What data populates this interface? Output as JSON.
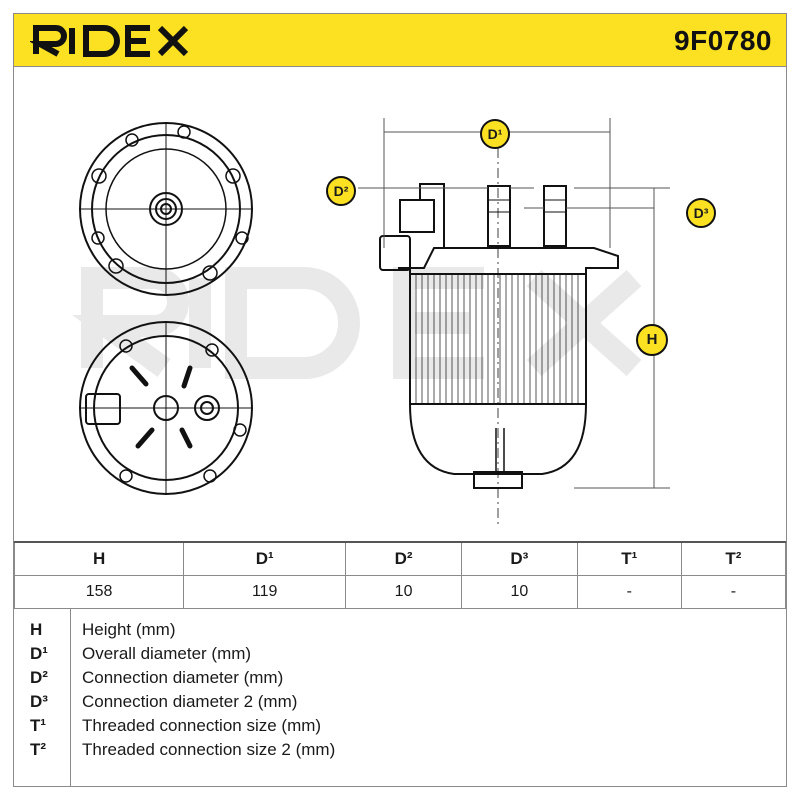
{
  "header": {
    "brand": "RIDEX",
    "part_number": "9F0780",
    "colors": {
      "band": "#fbe122",
      "text": "#111111"
    }
  },
  "drawing": {
    "watermark": "RIDEX",
    "dimension_labels": [
      "D¹",
      "D²",
      "D³",
      "H"
    ]
  },
  "specs": {
    "headers": [
      "H",
      "D¹",
      "D²",
      "D³",
      "T¹",
      "T²"
    ],
    "values": [
      "158",
      "119",
      "10",
      "10",
      "-",
      "-"
    ]
  },
  "legend": [
    {
      "code": "H",
      "desc": "Height (mm)"
    },
    {
      "code": "D¹",
      "desc": "Overall diameter (mm)"
    },
    {
      "code": "D²",
      "desc": "Connection diameter (mm)"
    },
    {
      "code": "D³",
      "desc": "Connection diameter 2 (mm)"
    },
    {
      "code": "T¹",
      "desc": "Threaded connection size (mm)"
    },
    {
      "code": "T²",
      "desc": "Threaded connection size 2 (mm)"
    }
  ]
}
